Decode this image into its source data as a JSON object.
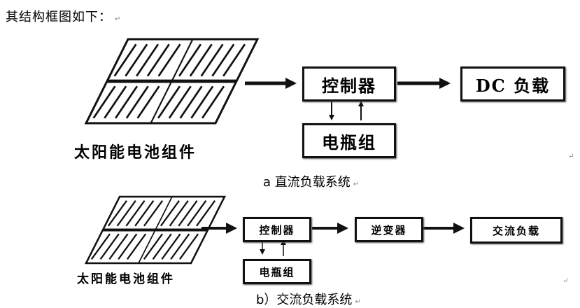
{
  "intro_text": "其结构框图如下：",
  "paragraph_mark": "↵",
  "diagram_a": {
    "panel_label": "太阳能电池组件",
    "controller": "控制器",
    "battery": "电瓶组",
    "load": "DC 负载",
    "caption": "a  直流负载系统"
  },
  "diagram_b": {
    "panel_label": "太阳能电池组件",
    "controller": "控制器",
    "battery": "电瓶组",
    "inverter": "逆变器",
    "load": "交流负载",
    "caption": "b）交流负载系统"
  }
}
